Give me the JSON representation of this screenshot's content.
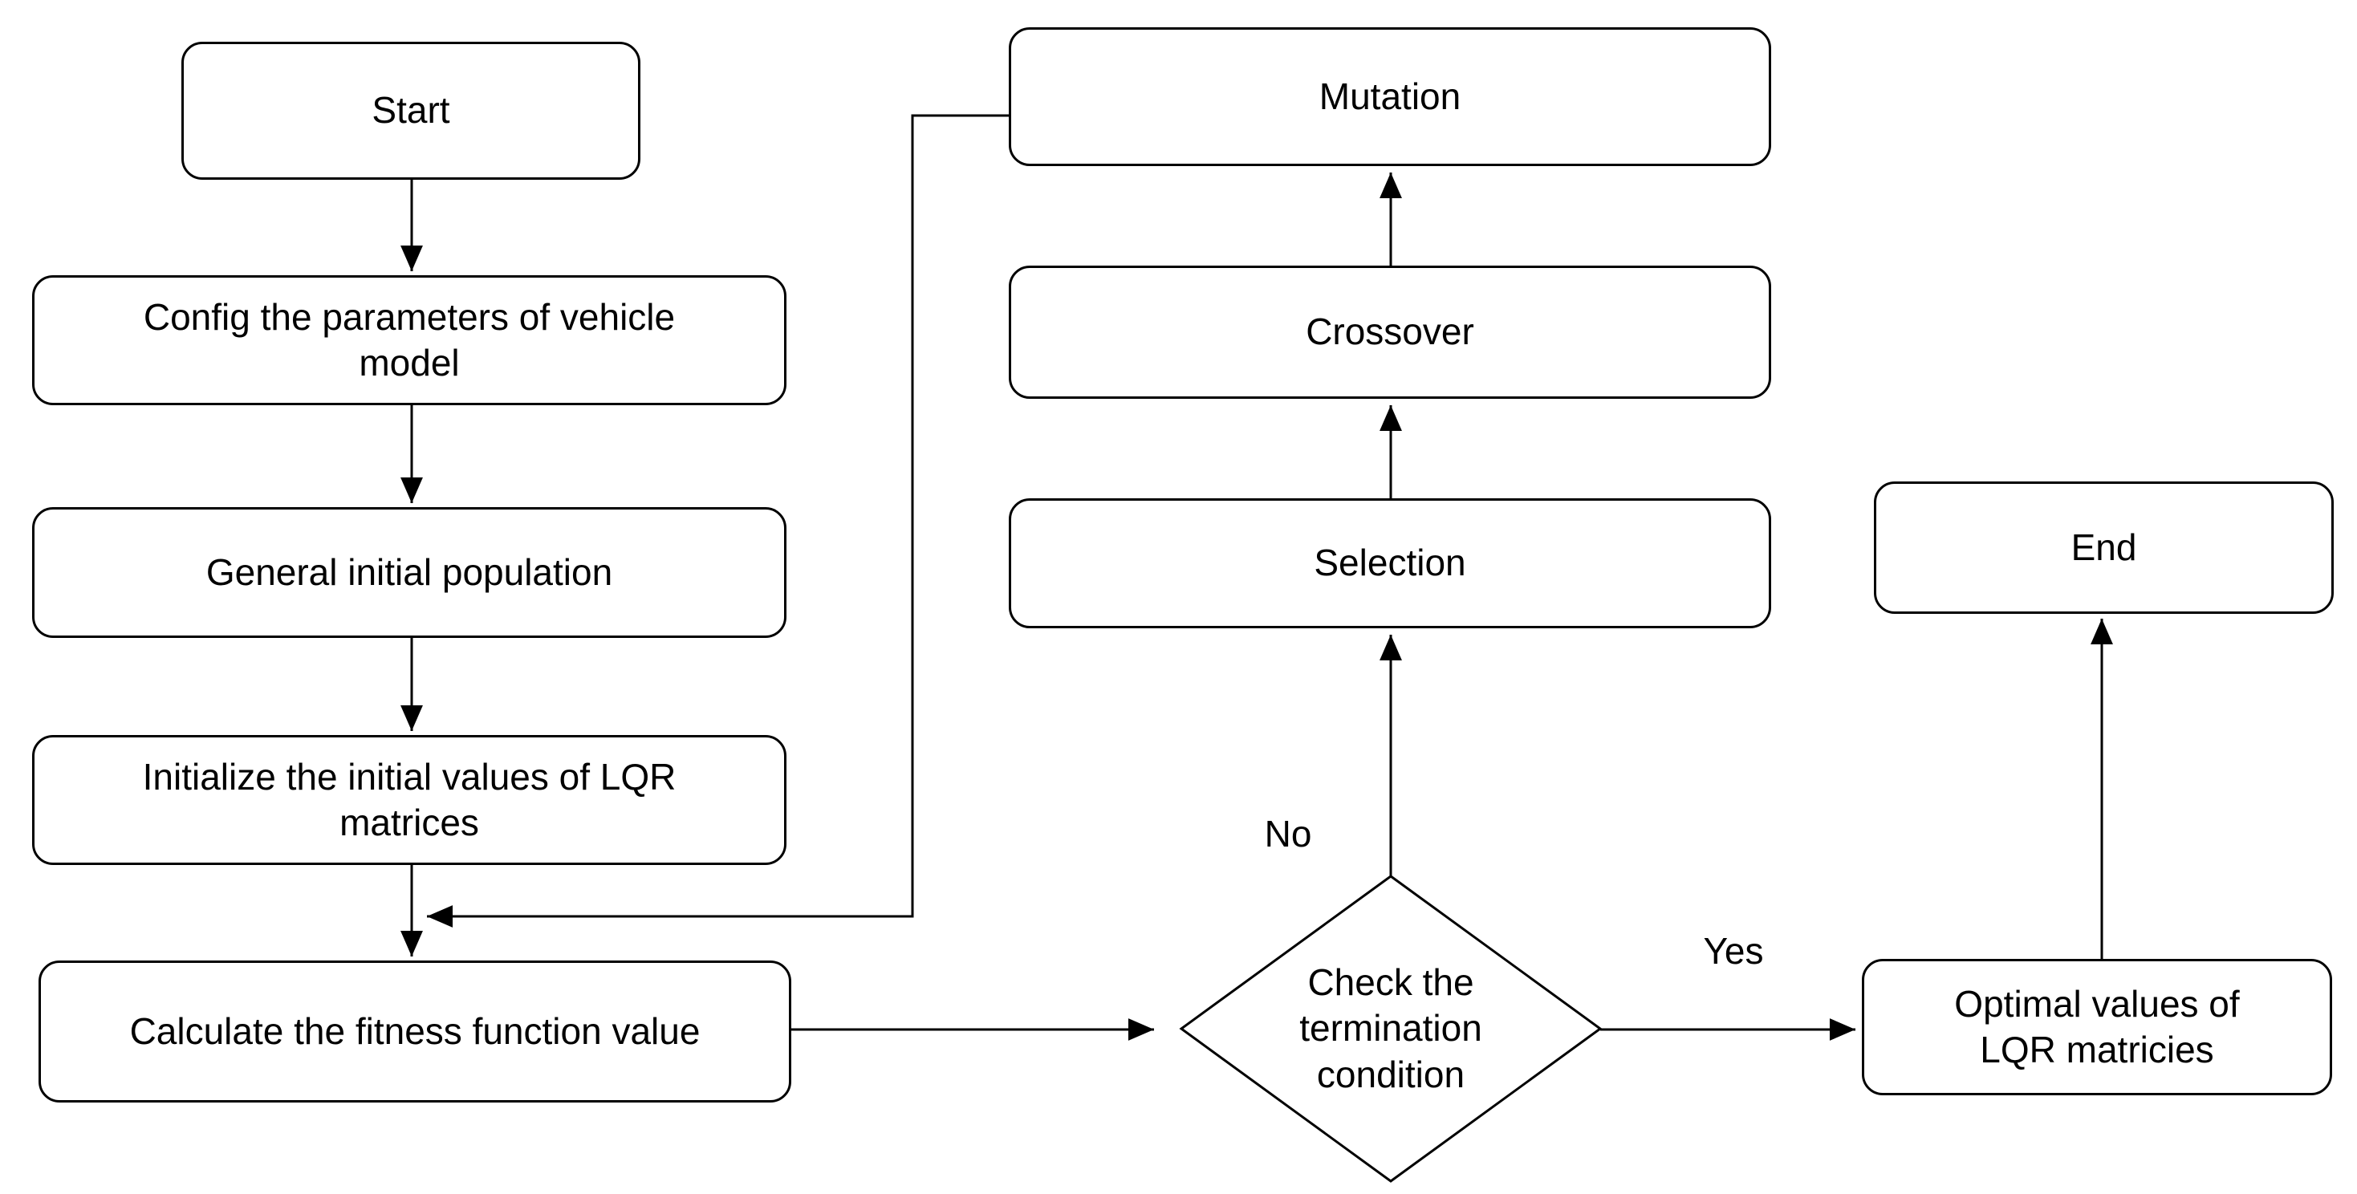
{
  "diagram": {
    "type": "flowchart",
    "colors": {
      "background": "#ffffff",
      "shape_fill": "#ffffff",
      "stroke": "#000000",
      "text": "#000000"
    },
    "nodes": {
      "start": {
        "label": "Start",
        "shape": "rounded-rect"
      },
      "config": {
        "label": "Config the parameters of vehicle model",
        "shape": "rounded-rect"
      },
      "general": {
        "label": "General initial population",
        "shape": "rounded-rect"
      },
      "initialize": {
        "label": "Initialize the initial values of LQR matrices",
        "shape": "rounded-rect"
      },
      "calculate": {
        "label": "Calculate the fitness function value",
        "shape": "rounded-rect"
      },
      "mutation": {
        "label": "Mutation",
        "shape": "rounded-rect"
      },
      "crossover": {
        "label": "Crossover",
        "shape": "rounded-rect"
      },
      "selection": {
        "label": "Selection",
        "shape": "rounded-rect"
      },
      "decision": {
        "label": "Check the termination condition",
        "shape": "diamond"
      },
      "optimal": {
        "label": "Optimal values of LQR matricies",
        "shape": "rounded-rect"
      },
      "end": {
        "label": "End",
        "shape": "rounded-rect"
      }
    },
    "edges": [
      {
        "from": "start",
        "to": "config",
        "label": ""
      },
      {
        "from": "config",
        "to": "general",
        "label": ""
      },
      {
        "from": "general",
        "to": "initialize",
        "label": ""
      },
      {
        "from": "initialize",
        "to": "calculate",
        "label": ""
      },
      {
        "from": "calculate",
        "to": "decision",
        "label": ""
      },
      {
        "from": "decision",
        "to": "selection",
        "label": "No"
      },
      {
        "from": "selection",
        "to": "crossover",
        "label": ""
      },
      {
        "from": "crossover",
        "to": "mutation",
        "label": ""
      },
      {
        "from": "mutation",
        "to": "calculate",
        "label": ""
      },
      {
        "from": "decision",
        "to": "optimal",
        "label": "Yes"
      },
      {
        "from": "optimal",
        "to": "end",
        "label": ""
      }
    ]
  }
}
